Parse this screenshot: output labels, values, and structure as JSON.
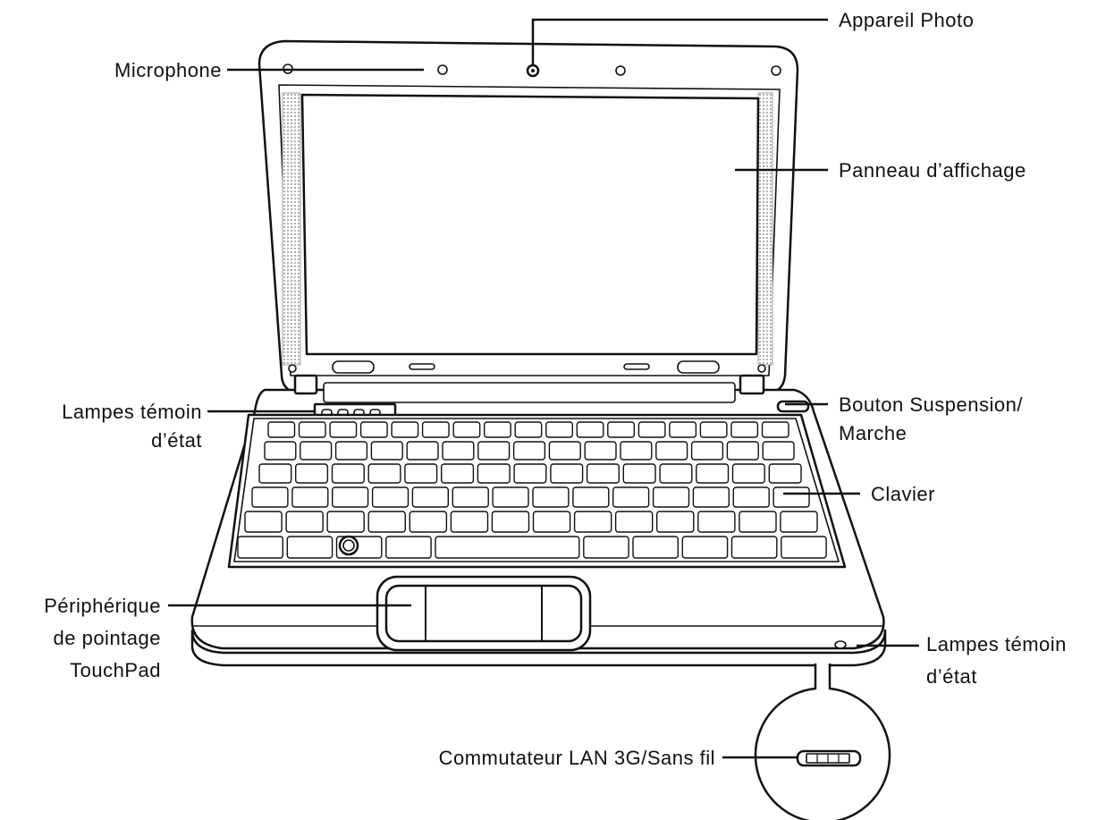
{
  "labels": {
    "microphone": "Microphone",
    "camera": "Appareil Photo",
    "display_panel": "Panneau d’affichage",
    "status_lamps_top_line1": "Lampes témoin",
    "status_lamps_top_line2": "d’état",
    "power_button_line1": "Bouton Suspension/",
    "power_button_line2": "Marche",
    "keyboard": "Clavier",
    "touchpad_line1": "Périphérique",
    "touchpad_line2": "de pointage",
    "touchpad_line3": "TouchPad",
    "status_lamps_front_line1": "Lampes témoin",
    "status_lamps_front_line2": "d’état",
    "wireless_switch": "Commutateur LAN 3G/Sans fil"
  }
}
